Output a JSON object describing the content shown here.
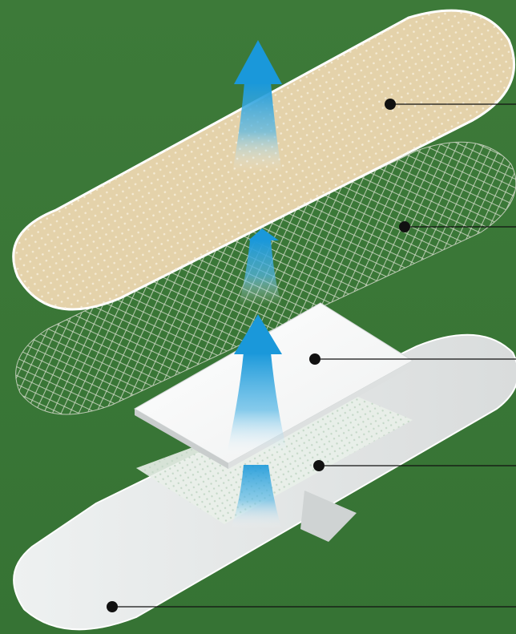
{
  "diagram": {
    "layers": [
      {
        "id": "top-pad",
        "description_visible": false
      },
      {
        "id": "mesh-layer",
        "description_visible": false
      },
      {
        "id": "absorbent-pad",
        "description_visible": false
      },
      {
        "id": "perforated-film",
        "description_visible": false
      },
      {
        "id": "backing-liner",
        "description_visible": false
      }
    ],
    "colors": {
      "background": "#3e7a3a",
      "background_dark": "#2f6a2e",
      "pad_tan": "#e6d3ac",
      "pad_edge": "#ffffff",
      "mesh": "#c7d4bf",
      "absorbent": "#ffffff",
      "liner": "#e9ecec",
      "arrow_blue": "#1e9ad8",
      "leader": "#111111"
    },
    "callout_count": 5
  }
}
